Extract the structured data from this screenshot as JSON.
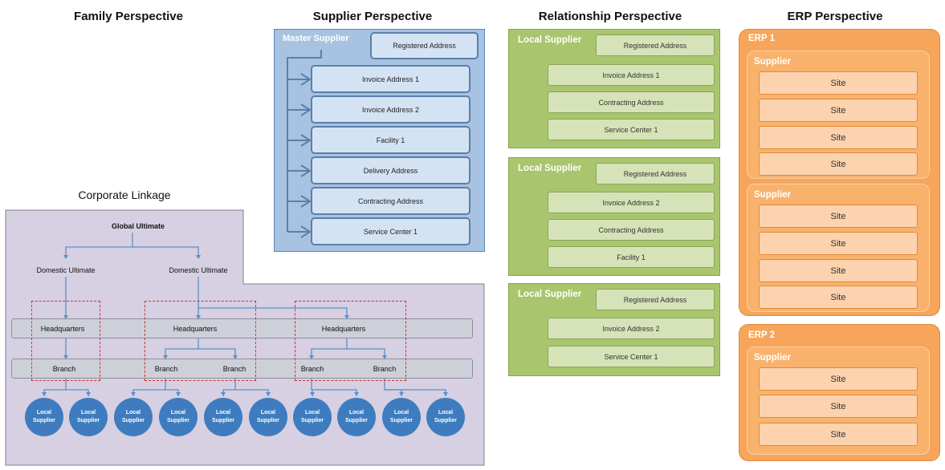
{
  "headers": {
    "family": "Family Perspective",
    "supplier": "Supplier Perspective",
    "relationship": "Relationship Perspective",
    "erp": "ERP Perspective",
    "corporate": "Corporate Linkage"
  },
  "supplier_perspective": {
    "master_title": "Master Supplier",
    "registered": "Registered Address",
    "children": [
      "Invoice Address 1",
      "Invoice Address 2",
      "Facility 1",
      "Delivery Address",
      "Contracting Address",
      "Service Center 1"
    ]
  },
  "relationship_perspective": {
    "groups": [
      {
        "title": "Local Supplier",
        "registered": "Registered Address",
        "items": [
          "Invoice Address 1",
          "Contracting Address",
          "Service Center 1"
        ]
      },
      {
        "title": "Local Supplier",
        "registered": "Registered Address",
        "items": [
          "Invoice Address 2",
          "Contracting Address",
          "Facility 1"
        ]
      },
      {
        "title": "Local Supplier",
        "registered": "Registered Address",
        "items": [
          "Invoice Address 2",
          "Service Center 1"
        ]
      }
    ]
  },
  "erp_perspective": {
    "erps": [
      {
        "title": "ERP 1",
        "suppliers": [
          {
            "title": "Supplier",
            "sites": [
              "Site",
              "Site",
              "Site",
              "Site"
            ]
          },
          {
            "title": "Supplier",
            "sites": [
              "Site",
              "Site",
              "Site",
              "Site"
            ]
          }
        ]
      },
      {
        "title": "ERP 2",
        "suppliers": [
          {
            "title": "Supplier",
            "sites": [
              "Site",
              "Site",
              "Site"
            ]
          }
        ]
      }
    ]
  },
  "corporate_linkage": {
    "global_ultimate": "Global Ultimate",
    "domestic_ultimate": [
      "Domestic Ultimate",
      "Domestic Ultimate"
    ],
    "headquarters": [
      "Headquarters",
      "Headquarters",
      "Headquarters"
    ],
    "branches": [
      "Branch",
      "Branch",
      "Branch",
      "Branch",
      "Branch"
    ],
    "local_supplier_line1": "Local",
    "local_supplier_line2": "Supplier",
    "local_supplier_count": 10
  },
  "colors": {
    "blue_panel": "#a7c3e1",
    "blue_box": "#d4e3f4",
    "green_panel": "#a9c56d",
    "green_box": "#d6e3b8",
    "orange_panel": "#f7a55a",
    "orange_box": "#fcd3ae",
    "purple_panel": "#d6d0e2",
    "circle_blue": "#3e7cbf",
    "arrow_blue": "#5b8fc9",
    "dashed_red": "#d0312d"
  }
}
